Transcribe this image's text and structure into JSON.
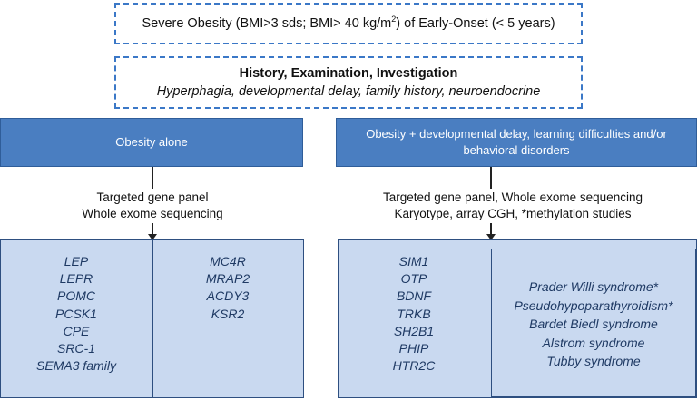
{
  "criteria": {
    "pre": "Severe Obesity (BMI>3 sds; BMI> 40 kg/m",
    "sup": "2",
    "post": ") of Early-Onset (< 5 years)"
  },
  "assessment": {
    "title": "History, Examination, Investigation",
    "subtitle": "Hyperphagia, developmental delay, family history, neuroendocrine"
  },
  "left_branch": {
    "header": "Obesity alone",
    "testing": [
      "Targeted gene panel",
      "Whole exome sequencing"
    ],
    "genes_col1": [
      "LEP",
      "LEPR",
      "POMC",
      "PCSK1",
      "CPE",
      "SRC-1",
      "SEMA3 family"
    ],
    "genes_col2": [
      "MC4R",
      "MRAP2",
      "ACDY3",
      "KSR2"
    ]
  },
  "right_branch": {
    "header": "Obesity + developmental delay, learning difficulties and/or behavioral disorders",
    "testing": [
      "Targeted gene panel, Whole exome sequencing",
      "Karyotype, array CGH, *methylation studies"
    ],
    "genes": [
      "SIM1",
      "OTP",
      "BDNF",
      "TRKB",
      "SH2B1",
      "PHIP",
      "HTR2C"
    ],
    "syndromes": [
      "Prader Willi syndrome*",
      "Pseudohypoparathyroidism*",
      "Bardet Biedl syndrome",
      "Alstrom syndrome",
      "Tubby syndrome"
    ]
  }
}
